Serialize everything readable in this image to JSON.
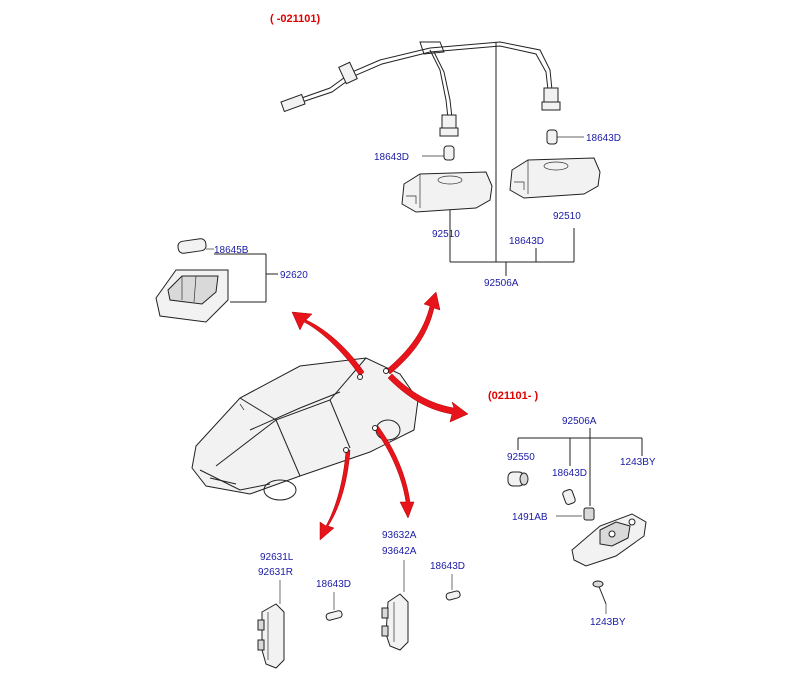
{
  "headers": {
    "top": "( -021101)",
    "bottom": "(021101- )"
  },
  "labels": {
    "top_18643d_left": "18643D",
    "top_18643d_right": "18643D",
    "top_92510_right": "92510",
    "top_92510_left": "92510",
    "top_18643d_mid": "18643D",
    "top_92506a": "92506A",
    "map_18645b": "18645B",
    "map_92620": "92620",
    "r_92506a": "92506A",
    "r_92550": "92550",
    "r_18643d": "18643D",
    "r_1243by_top": "1243BY",
    "r_1491ab": "1491AB",
    "r_1243by_bot": "1243BY",
    "door_92631l": "92631L",
    "door_92631r": "92631R",
    "door_18643d_left": "18643D",
    "door_93632a": "93632A",
    "door_93642a": "93642A",
    "door_18643d_right": "18643D"
  },
  "colors": {
    "header": "#e00000",
    "label": "#1a1aa6",
    "arrow": "#e8141c"
  }
}
